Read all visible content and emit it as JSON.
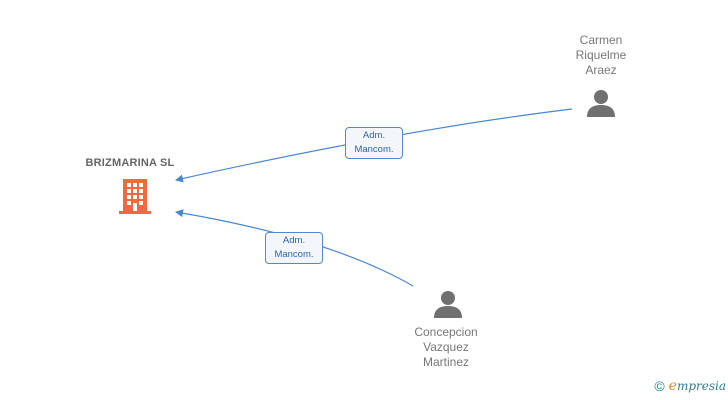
{
  "company": {
    "name": "BRIZMARINA SL",
    "icon": "building-icon",
    "color": "#f26a3c"
  },
  "people": [
    {
      "id": "carmen",
      "lines": [
        "Carmen",
        "Riquelme",
        "Araez"
      ],
      "icon": "person-icon",
      "color": "#707070"
    },
    {
      "id": "concepcion",
      "lines": [
        "Concepcion",
        "Vazquez",
        "Martinez"
      ],
      "icon": "person-icon",
      "color": "#707070"
    }
  ],
  "edges": [
    {
      "from": "carmen",
      "to": "company",
      "lines": [
        "Adm.",
        "Mancom."
      ]
    },
    {
      "from": "concepcion",
      "to": "company",
      "lines": [
        "Adm.",
        "Mancom."
      ]
    }
  ],
  "edge_color": "#4a86cf",
  "brand": {
    "copyright": "©",
    "first_letter": "e",
    "rest": "mpresia"
  }
}
